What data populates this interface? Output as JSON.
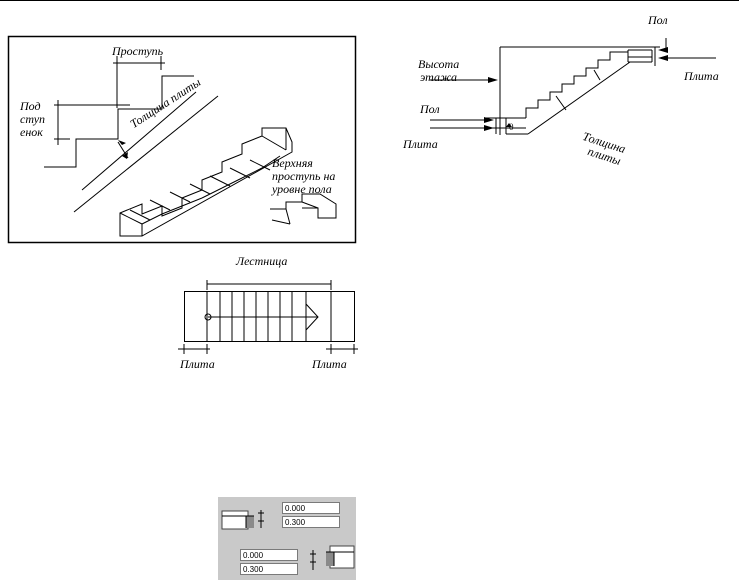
{
  "labels": {
    "tread": "Проступь",
    "riser": [
      "Под",
      "ступ",
      "енок"
    ],
    "slab_thickness_left": "Толщина плиты",
    "top_tread": [
      "Верхняя",
      "проступь на",
      "уровне пола"
    ],
    "stair": "Лестница",
    "slab_plan_left": "Плита",
    "slab_plan_right": "Плита",
    "floor_top": "Пол",
    "slab_top_right": "Плита",
    "floor_height": [
      "Высота",
      "этажа"
    ],
    "floor_left": "Пол",
    "slab_left": "Плита",
    "slab_thickness_right": [
      "Толщина",
      "плиты"
    ],
    "zero_mark": "0"
  },
  "fields": {
    "top_a": "0.000",
    "top_b": "0.300",
    "bottom_a": "0.000",
    "bottom_b": "0.300"
  }
}
